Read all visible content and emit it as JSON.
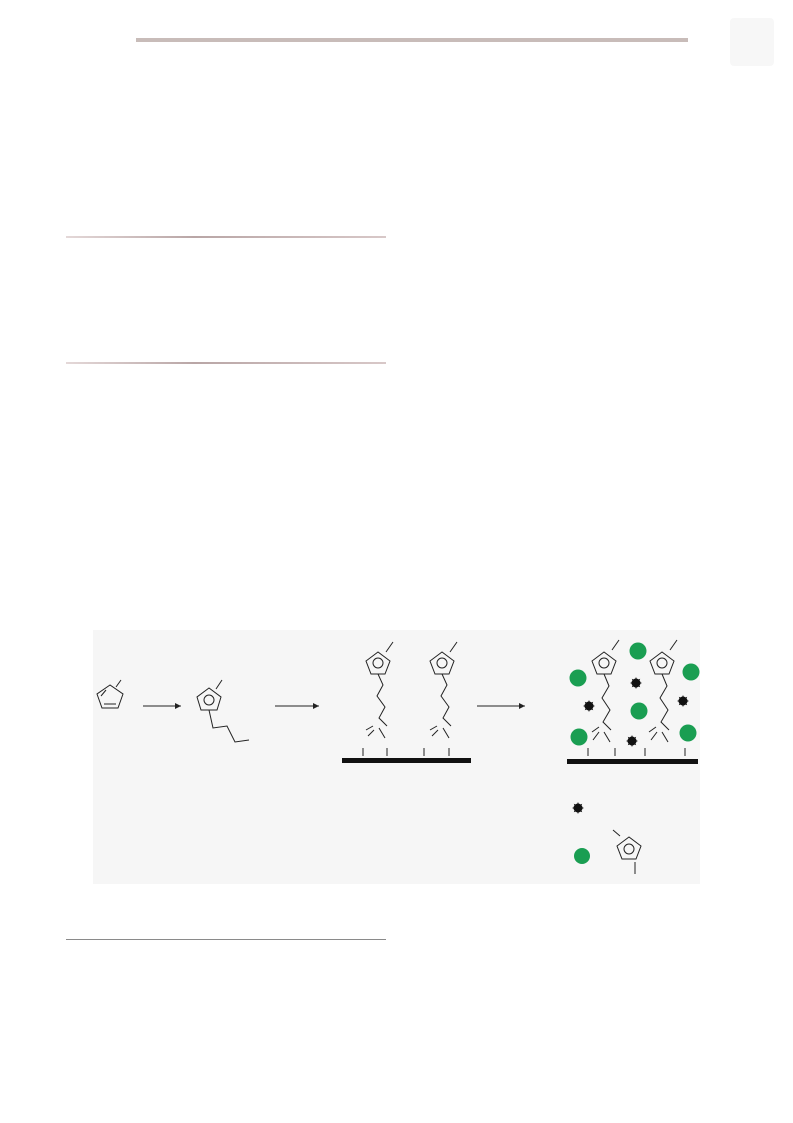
{
  "page": {
    "background": "#ffffff",
    "rule_color": "#c8bcb9"
  },
  "scheme": {
    "steps": 3,
    "substrate_color": "#111111",
    "label_color": "#1a9e52",
    "analyte_color": "#111111",
    "legend": [
      {
        "marker": "black-spiky-particle"
      },
      {
        "marker": "green-circle",
        "attached": "imidazole-ring"
      }
    ]
  }
}
